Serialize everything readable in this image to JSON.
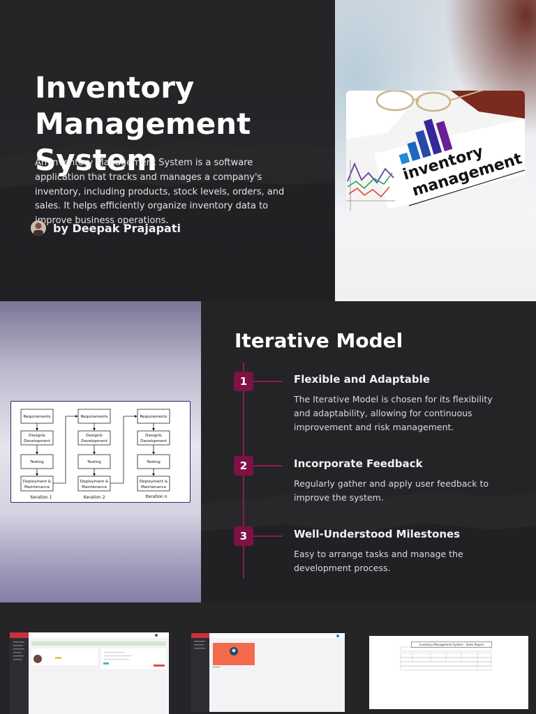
{
  "slide1": {
    "title": "Inventory Management System",
    "description": "An Inventory Management System is a software application that tracks and manages a company's inventory, including products, stock levels, orders, and sales. It helps efficiently organize inventory data to improve business operations.",
    "author": "by Deepak Prajapati",
    "hero_image": {
      "word1": "inventory",
      "word2": "management"
    }
  },
  "slide2": {
    "heading": "Iterative Model",
    "steps": [
      {
        "number": "1",
        "title": "Flexible and Adaptable",
        "description": "The Iterative Model is chosen for its flexibility and adaptability, allowing for continuous improvement and risk management."
      },
      {
        "number": "2",
        "title": "Incorporate Feedback",
        "description": "Regularly gather and apply user feedback to improve the system."
      },
      {
        "number": "3",
        "title": "Well-Understood Milestones",
        "description": "Easy to arrange tasks and manage the development process."
      }
    ],
    "diagram": {
      "boxes": [
        "Requirements",
        "Design& Development",
        "Testing",
        "Deployment & Maintenance"
      ],
      "iterations": [
        "Iteration 1",
        "Iteration 2",
        "Iteration n"
      ]
    }
  },
  "slide3": {
    "report_title": "Inventory Management System - Sales Report"
  },
  "colors": {
    "accent": "#7e1146",
    "timeline": "#8d1a4f",
    "background": "#242326",
    "app_header_red": "#c8323a",
    "profile_orange": "#f26a4b"
  }
}
